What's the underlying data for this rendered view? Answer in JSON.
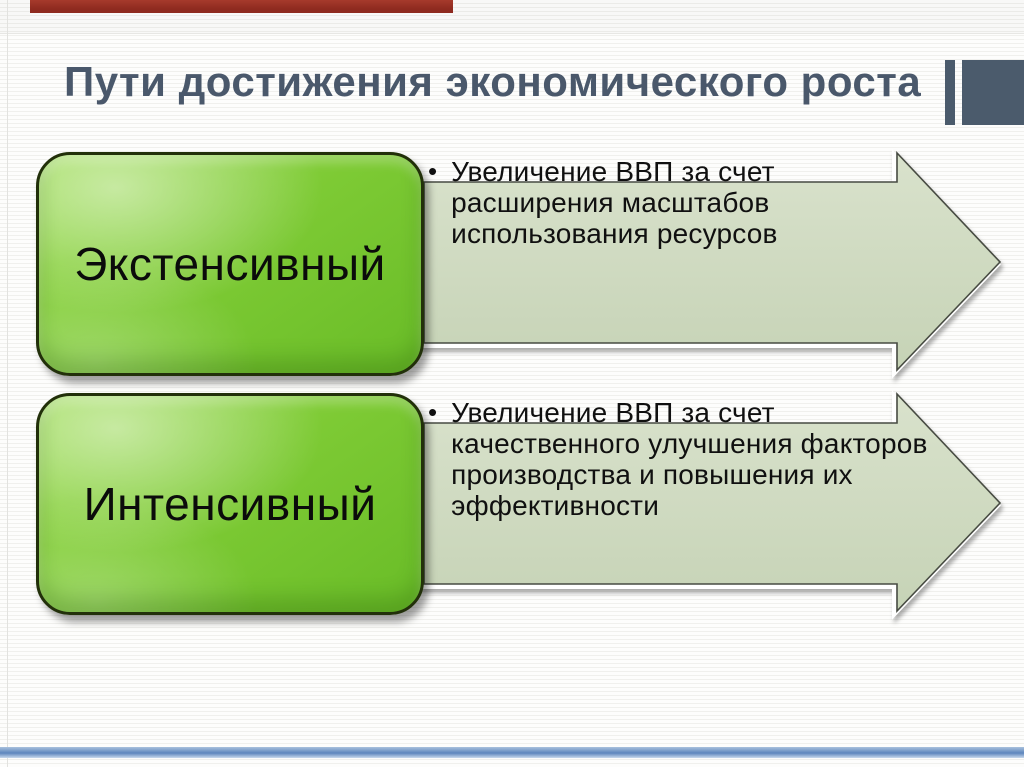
{
  "slide": {
    "title": "Пути достижения экономического роста",
    "bullet_char": "•",
    "rows": [
      {
        "label": "Экстенсивный",
        "text": "Увеличение ВВП за счет\nрасширения масштабов\nиспользования ресурсов"
      },
      {
        "label": "Интенсивный",
        "text": "Увеличение ВВП за счет\nкачественного улучшения факторов\nпроизводства и повышения их\nэффективности"
      }
    ],
    "colors": {
      "accent_red": "#8e2a1f",
      "bottom_bar_blue": "#5d86bd",
      "title_color": "#4a586b",
      "deco_slate": "#4b5b6c",
      "box_green": "#7dca34",
      "arrow_fill": "#ccd8bd"
    }
  }
}
